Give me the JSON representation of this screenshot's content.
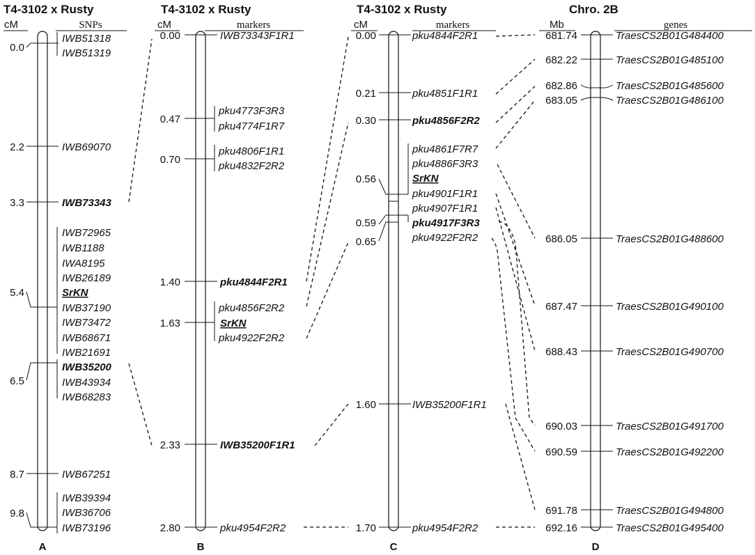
{
  "colors": {
    "ink": "#111111",
    "background": "#ffffff"
  },
  "panelA": {
    "title": "T4-3102 x Rusty",
    "unit": "cM",
    "column": "SNPs",
    "label": "A",
    "positions": [
      "0.0",
      "2.2",
      "3.3",
      "5.4",
      "6.5",
      "8.7",
      "9.8"
    ],
    "markers": [
      "IWB51318",
      "IWB51319",
      "IWB69070",
      "IWB73343",
      "IWB72965",
      "IWB1188",
      "IWA8195",
      "IWB26189",
      "SrKN",
      "IWB37190",
      "IWB73472",
      "IWB68671",
      "IWB21691",
      "IWB35200",
      "IWB43934",
      "IWB68283",
      "IWB67251",
      "IWB39394",
      "IWB36706",
      "IWB73196"
    ]
  },
  "panelB": {
    "title": "T4-3102 x Rusty",
    "unit": "cM",
    "column": "markers",
    "label": "B",
    "positions": [
      "0.00",
      "0.47",
      "0.70",
      "1.40",
      "1.63",
      "2.33",
      "2.80"
    ],
    "markers": [
      "IWB73343F1R1",
      "pku4773F3R3",
      "pku4774F1R7",
      "pku4806F1R1",
      "pku4832F2R2",
      "pku4844F2R1",
      "pku4856F2R2",
      "SrKN",
      "pku4922F2R2",
      "IWB35200F1R1",
      "pku4954F2R2"
    ]
  },
  "panelC": {
    "title": "T4-3102 x Rusty",
    "unit": "cM",
    "column": "markers",
    "label": "C",
    "positions": [
      "0.00",
      "0.21",
      "0.30",
      "0.56",
      "0.59",
      "0.65",
      "1.60",
      "1.70"
    ],
    "markers": [
      "pku4844F2R1",
      "pku4851F1R1",
      "pku4856F2R2",
      "pku4861F7R7",
      "pku4886F3R3",
      "SrKN",
      "pku4901F1R1",
      "pku4907F1R1",
      "pku4917F3R3",
      "pku4922F2R2",
      "IWB35200F1R1",
      "pku4954F2R2"
    ]
  },
  "panelD": {
    "title": "Chro. 2B",
    "unit": "Mb",
    "column": "genes",
    "label": "D",
    "positions": [
      "681.74",
      "682.22",
      "682.86",
      "683.05",
      "686.05",
      "687.47",
      "688.43",
      "690.03",
      "690.59",
      "691.78",
      "692.16"
    ],
    "genes": [
      "TraesCS2B01G484400",
      "TraesCS2B01G485100",
      "TraesCS2B01G485600",
      "TraesCS2B01G486100",
      "TraesCS2B01G488600",
      "TraesCS2B01G490100",
      "TraesCS2B01G490700",
      "TraesCS2B01G491700",
      "TraesCS2B01G492200",
      "TraesCS2B01G494800",
      "TraesCS2B01G495400"
    ]
  }
}
